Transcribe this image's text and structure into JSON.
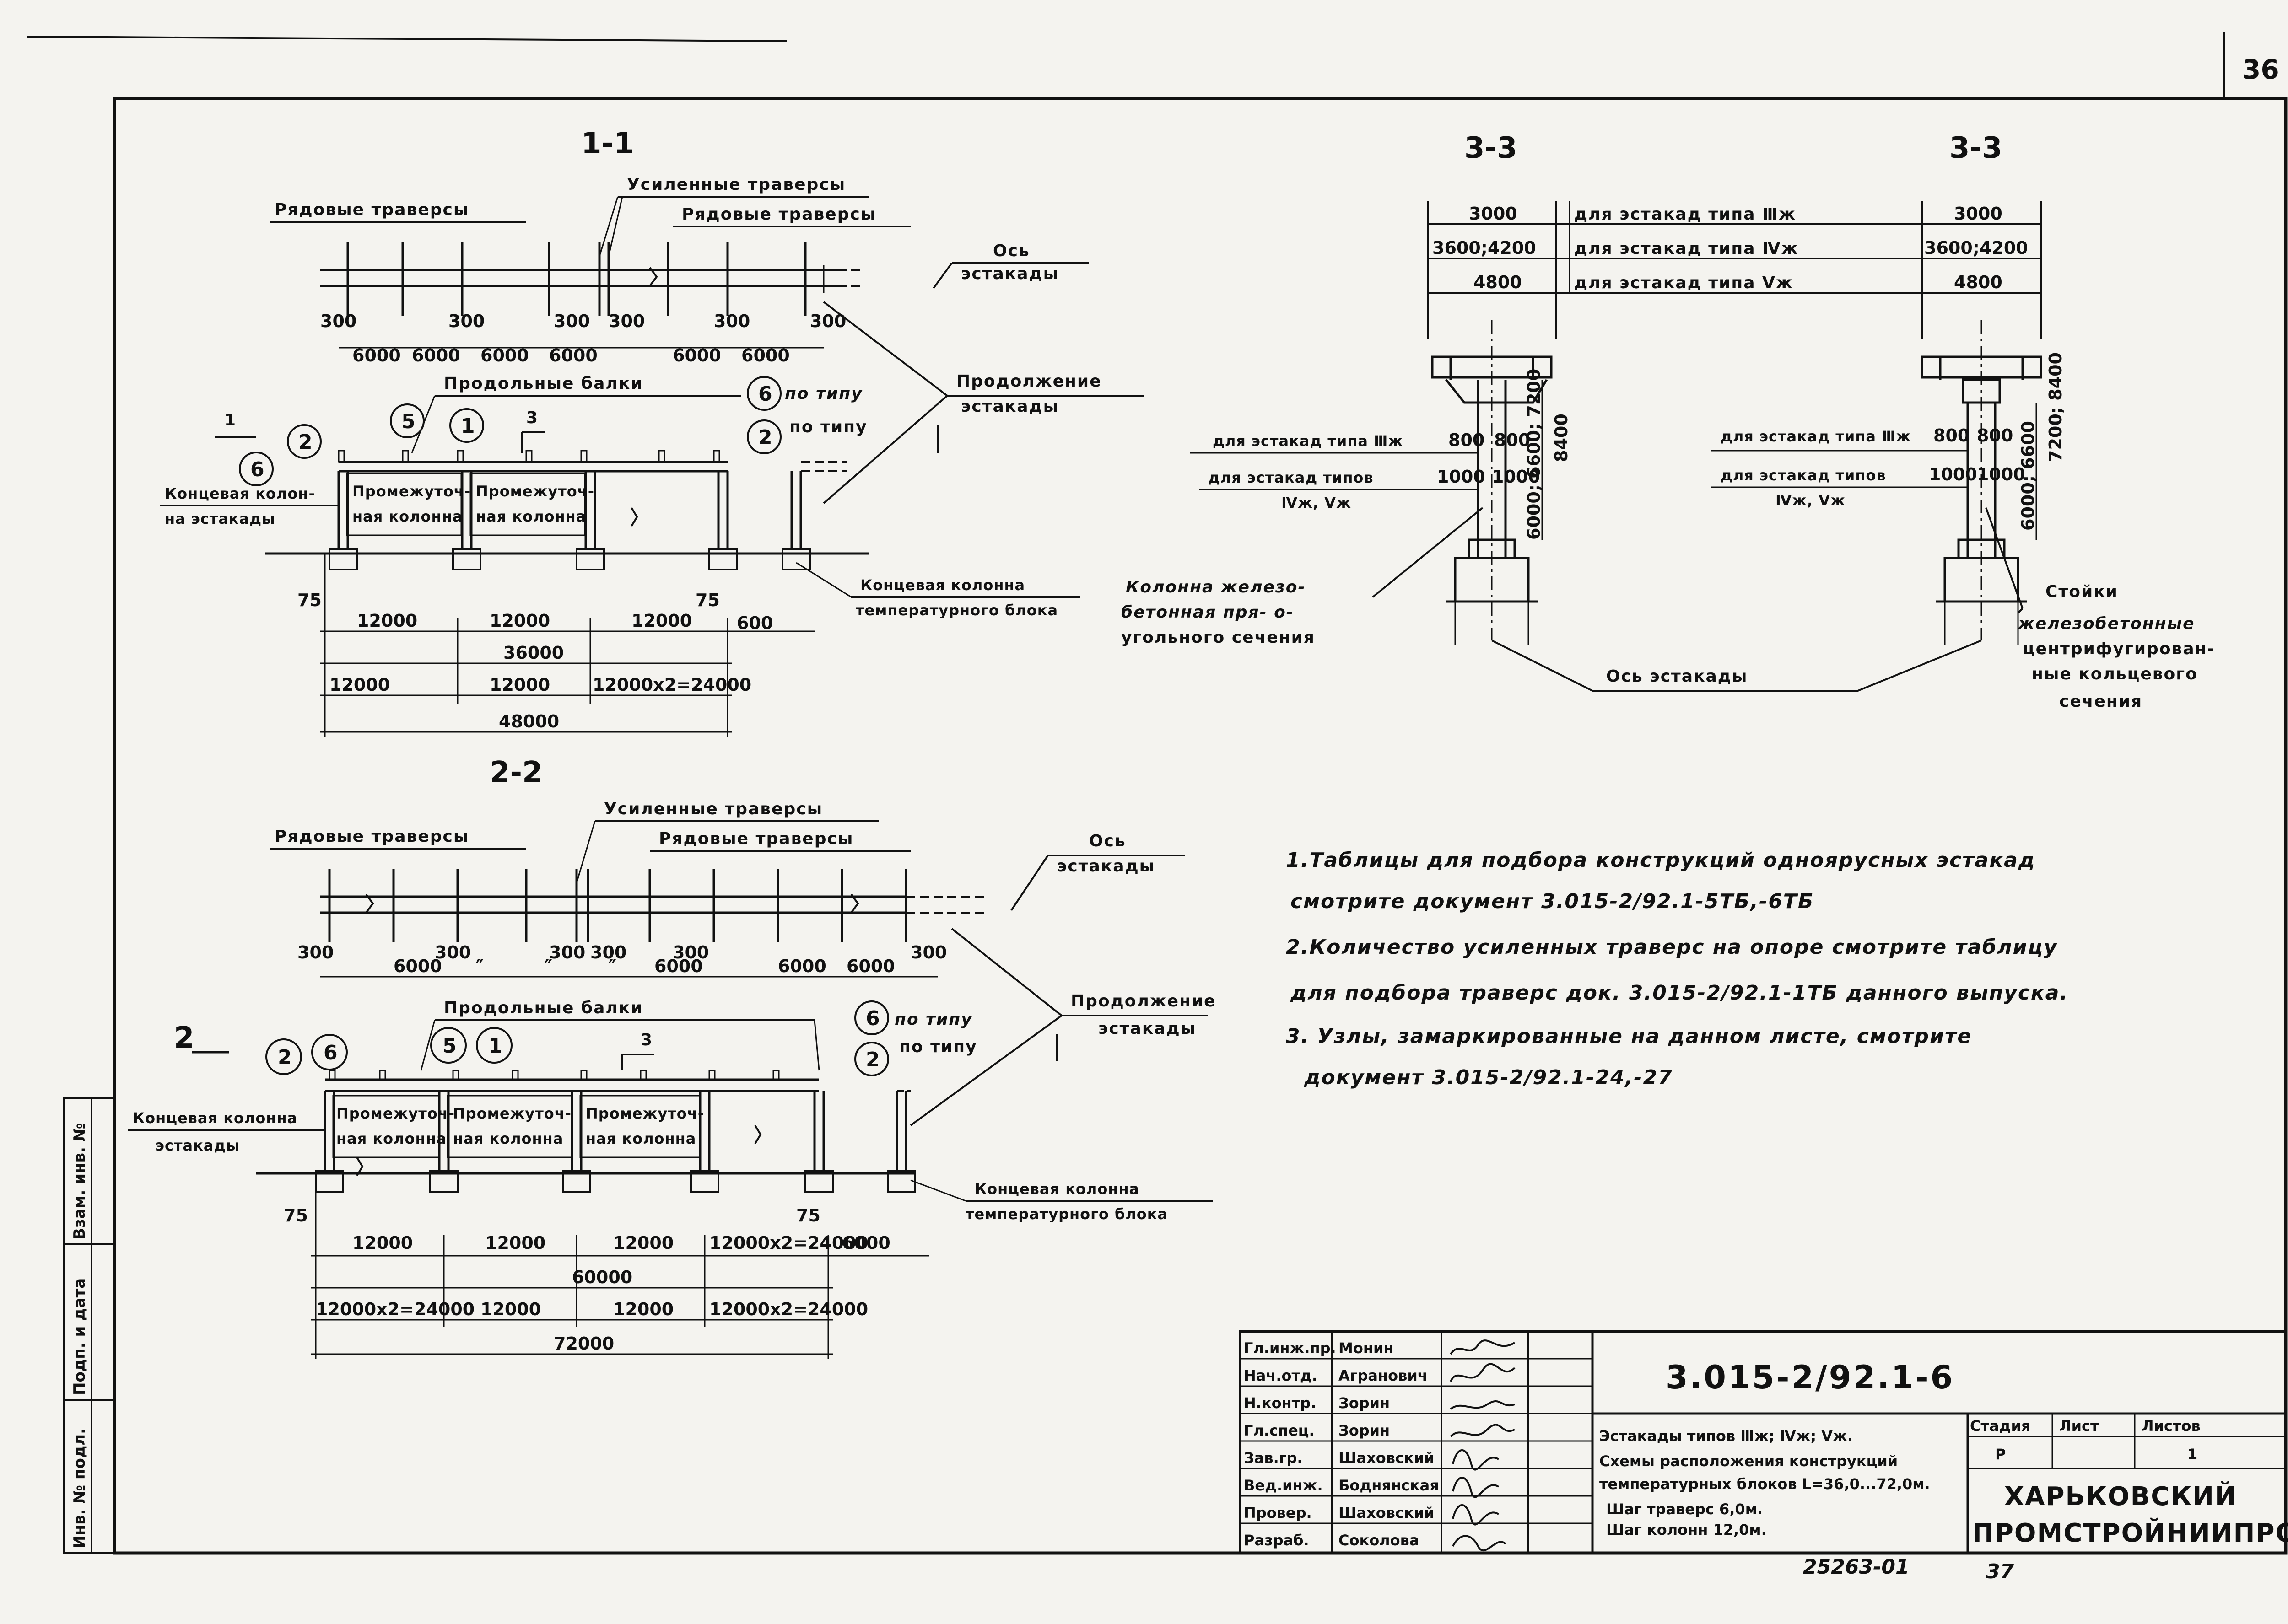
{
  "sheet": {
    "page_number": "36",
    "bottom_number": "37",
    "archive_code": "25263-01"
  },
  "section_1_1": {
    "title": "1-1",
    "label_regular_left": "Рядовые траверсы",
    "label_reinforced": "Усиленные траверсы",
    "label_regular_right": "Рядовые траверсы",
    "label_axis": [
      "Ось",
      "эстакады"
    ],
    "label_continuation": [
      "Продолжение",
      "эстакады"
    ],
    "label_long_beams": "Продольные балки",
    "label_end_column": [
      "Концевая колон-",
      "на эстакады"
    ],
    "label_mid_column_1": [
      "Промежуточ-",
      "ная колонна"
    ],
    "label_mid_column_2": [
      "Промежуточ-",
      "ная колонна"
    ],
    "label_end_column_temp": [
      "Концевая колонна",
      "температурного блока"
    ],
    "type_label_1": "по типу",
    "type_label_2": "по типу",
    "section_mark": "3",
    "cut_mark": "1",
    "marks": [
      "2",
      "5",
      "1",
      "6",
      "6",
      "2"
    ],
    "top_dims": [
      "6000",
      "6000",
      "6000",
      "6000",
      "6000",
      "6000"
    ],
    "top_gaps": [
      "300",
      "300",
      "300",
      "300",
      "300",
      "300"
    ],
    "edge_dims": [
      "75",
      "75",
      "600"
    ],
    "row1_dims": [
      "12000",
      "12000",
      "12000"
    ],
    "row2_dims": [
      "36000"
    ],
    "row3_dims": [
      "12000",
      "12000",
      "12000х2=24000"
    ],
    "row4_dims": [
      "48000"
    ]
  },
  "section_2_2": {
    "title": "2-2",
    "label_regular_left": "Рядовые траверсы",
    "label_reinforced": "Усиленные траверсы",
    "label_regular_right": "Рядовые траверсы",
    "label_axis": [
      "Ось",
      "эстакады"
    ],
    "label_continuation": [
      "Продолжение",
      "эстакады"
    ],
    "label_long_beams": "Продольные балки",
    "label_end_column": [
      "Концевая колонна",
      "эстакады"
    ],
    "label_mid_column": [
      "Промежуточ-",
      "ная колонна"
    ],
    "label_end_column_temp": [
      "Концевая колонна",
      "температурного блока"
    ],
    "type_label_1": "по типу",
    "type_label_2": "по типу",
    "section_mark": "3",
    "cut_mark": "2",
    "marks": [
      "2",
      "6",
      "5",
      "1",
      "6",
      "2"
    ],
    "top_dims": [
      "6000",
      "″",
      "″",
      "″",
      "6000",
      "6000",
      "6000"
    ],
    "top_gaps": [
      "300",
      "300",
      "300",
      "300",
      "300",
      "300"
    ],
    "edge_dims": [
      "75",
      "75"
    ],
    "row1_dims": [
      "12000",
      "12000",
      "12000",
      "12000х2=24000",
      "6000"
    ],
    "row2_dims": [
      "60000"
    ],
    "row3_dims": [
      "12000х2=24000",
      "12000",
      "12000",
      "12000х2=24000"
    ],
    "row4_dims": [
      "72000"
    ]
  },
  "section_3_3_left": {
    "title": "3-3",
    "rows": [
      {
        "dim": "3000",
        "text": "для эстакад типа Ⅲж"
      },
      {
        "dim": "3600;4200",
        "text": "для эстакад типа Ⅳж"
      },
      {
        "dim": "4800",
        "text": "для эстакад типа Ⅴж"
      }
    ],
    "label_type3": "для эстакад типа Ⅲж",
    "label_types45": [
      "для эстакад типов",
      "Ⅳж, Ⅴж"
    ],
    "dims_type3": [
      "800",
      "800"
    ],
    "dims_types45": [
      "1000",
      "1000"
    ],
    "height_dim": "6000; 6600; 7200",
    "height_dim2": "8400",
    "label_column": [
      "Колонна железо-",
      "бетонная пря- о-",
      "угольного сечения"
    ]
  },
  "section_3_3_right": {
    "title": "3-3",
    "rows": [
      {
        "dim": "3000"
      },
      {
        "dim": "3600;4200"
      },
      {
        "dim": "4800"
      }
    ],
    "label_type3": "для эстакад типа Ⅲж",
    "label_types45": [
      "для эстакад типов",
      "Ⅳж, Ⅴж"
    ],
    "dims_type3": [
      "800",
      "800"
    ],
    "dims_types45": [
      "1000",
      "1000"
    ],
    "height_dim": "6000; 6600",
    "height_dim2": "7200; 8400",
    "label_posts": [
      "Стойки",
      "железобетонные",
      "центрифугирован-",
      "ные кольцевого",
      "сечения"
    ]
  },
  "axis_label": "Ось эстакады",
  "notes": [
    "1.Таблицы для подбора конструкций одноярусных эстакад",
    "смотрите документ 3.015-2/92.1-5ТБ,-6ТБ",
    "2.Количество усиленных траверс на опоре смотрите таблицу",
    "для подбора траверс док. 3.015-2/92.1-1ТБ данного выпуска.",
    "3. Узлы, замаркированные на данном листе, смотрите",
    "документ 3.015-2/92.1-24,-27"
  ],
  "side_stamp": [
    "Инв. № подл.",
    "Подп. и дата",
    "Взам. инв. №"
  ],
  "title_block": {
    "document_code": "3.015-2/92.1-6",
    "staff": [
      {
        "role": "Гл.инж.пр.",
        "name": "Монин"
      },
      {
        "role": "Нач.отд.",
        "name": "Агранович"
      },
      {
        "role": "Н.контр.",
        "name": "Зорин"
      },
      {
        "role": "Гл.спец.",
        "name": "Зорин"
      },
      {
        "role": "Зав.гр.",
        "name": "Шаховский"
      },
      {
        "role": "Вед.инж.",
        "name": "Боднянская"
      },
      {
        "role": "Провер.",
        "name": "Шаховский"
      },
      {
        "role": "Разраб.",
        "name": "Соколова"
      }
    ],
    "description": [
      "Эстакады типов Ⅲж; Ⅳж; Ⅴж.",
      "Схемы расположения конструкций",
      "температурных блоков L=36,0...72,0м.",
      "Шаг траверс 6,0м.",
      "Шаг колонн 12,0м."
    ],
    "stage_header": "Стадия",
    "sheet_header": "Лист",
    "sheets_header": "Листов",
    "stage_value": "Р",
    "sheet_value": "",
    "sheets_value": "1",
    "organization": [
      "ХАРЬКОВСКИЙ",
      "ПРОМСТРОЙНИИПРОЕКТ"
    ]
  }
}
